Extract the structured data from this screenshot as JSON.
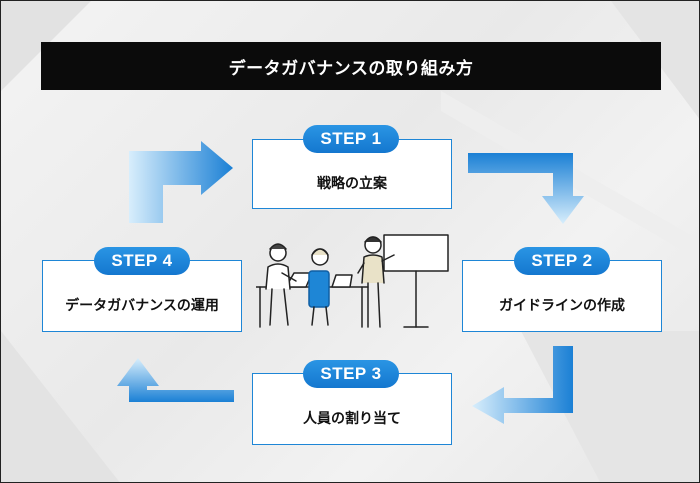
{
  "title": "データガバナンスの取り組み方",
  "steps": [
    {
      "tag": "STEP 1",
      "label": "戦略の立案"
    },
    {
      "tag": "STEP 2",
      "label": "ガイドラインの作成"
    },
    {
      "tag": "STEP 3",
      "label": "人員の割り当て"
    },
    {
      "tag": "STEP 4",
      "label": "データガバナンスの運用"
    }
  ],
  "colors": {
    "accent": "#1e86d6",
    "arrow_light": "#cfe9fb",
    "arrow_dark": "#1a7fd4",
    "title_bg": "#0b0b0b"
  },
  "illustration": "team-meeting-illustration"
}
